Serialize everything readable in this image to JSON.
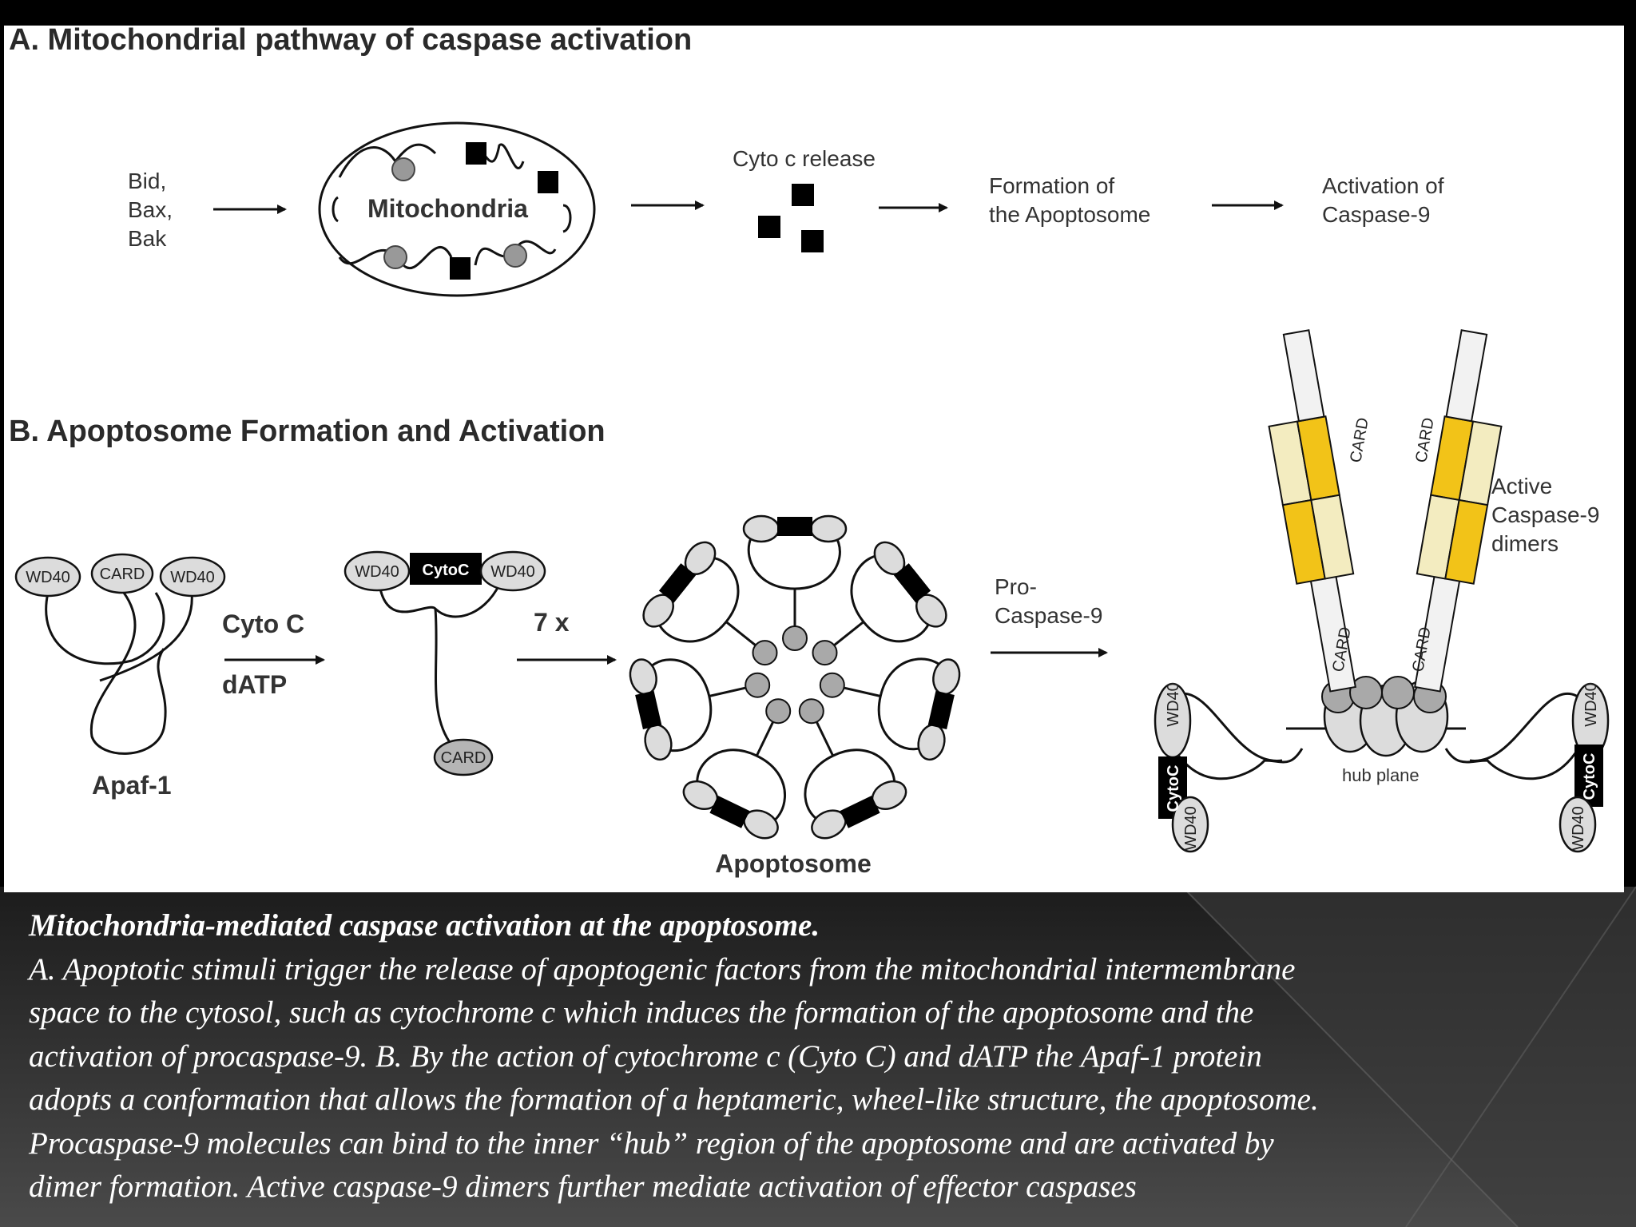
{
  "panel_a": {
    "title": "A. Mitochondrial pathway of caspase activation",
    "stimuli": [
      "Bid,",
      "Bax,",
      "Bak"
    ],
    "organelle_label": "Mitochondria",
    "release_label": "Cyto c release",
    "formation": [
      "Formation of",
      "the Apoptosome"
    ],
    "activation": [
      "Activation of",
      "Caspase-9"
    ]
  },
  "panel_b": {
    "title": "B. Apoptosome Formation and Activation",
    "apaf_domains": [
      "WD40",
      "CARD",
      "WD40"
    ],
    "apaf_label": "Apaf-1",
    "step1": [
      "Cyto C",
      "dATP"
    ],
    "bound_domains": [
      "WD40",
      "CytoC",
      "WD40",
      "CARD"
    ],
    "multiplier": "7 x",
    "apoptosome_label": "Apoptosome",
    "procaspase": [
      "Pro-",
      "Caspase-9"
    ],
    "active_label": [
      "Active",
      "Caspase-9",
      "dimers"
    ],
    "hub_label": "hub plane",
    "card_label": "CARD",
    "side_domains": [
      "WD40",
      "CytoC",
      "WD40"
    ]
  },
  "caption": {
    "title": "Mitochondria-mediated caspase activation at the apoptosome.",
    "body": "A. Apoptotic stimuli trigger the release of apoptogenic factors from the mitochondrial intermembrane\nspace to the cytosol, such as cytochrome c which induces the formation of the apoptosome and the\nactivation of procaspase-9. B. By the action of cytochrome c (Cyto C) and dATP the Apaf-1 protein\nadopts a conformation that allows the formation of a heptameric, wheel-like structure, the apoptosome.\nProcaspase-9 molecules can bind to the inner “hub” region of the apoptosome and are activated by\ndimer formation. Active caspase-9 dimers further mediate activation of effector caspases"
  },
  "colors": {
    "caspase_yellow": "#f2c318",
    "caspase_pale": "#f3ecc0",
    "domain_grey": "#dcdcdc",
    "hub_grey": "#a9a9a9"
  }
}
